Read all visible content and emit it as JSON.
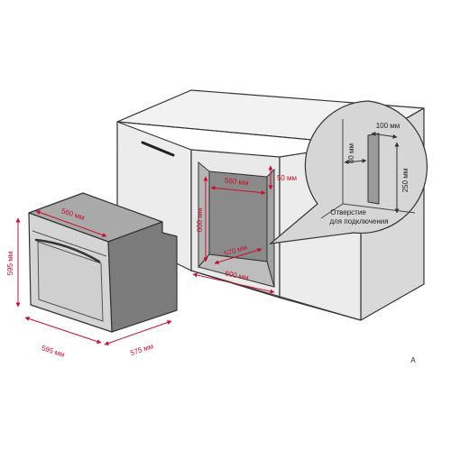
{
  "colors": {
    "cabinet_fill": "#e6e6e6",
    "cabinet_stroke": "#333333",
    "niche_fill": "#8c8c8c",
    "oven_top": "#a7a7a7",
    "oven_side": "#7a7a7a",
    "oven_front": "#d2d2d2",
    "dimension_red": "#c8102e",
    "callout_fill": "#d6d6d6"
  },
  "dimensions": {
    "oven_height": "595 мм",
    "oven_width": "595 мм",
    "oven_depth": "575 мм",
    "oven_top_width": "560 мм",
    "niche_width_top": "560 мм",
    "niche_gap": "50 мм",
    "niche_height": "600 мм",
    "niche_depth": "570 мм",
    "niche_width_bottom": "600 мм",
    "hole_width": "100 мм",
    "hole_offset": "80 мм",
    "hole_height": "250 мм"
  },
  "callout": {
    "label_line1": "Отверстие",
    "label_line2": "для подключения"
  },
  "corner_mark": "A"
}
